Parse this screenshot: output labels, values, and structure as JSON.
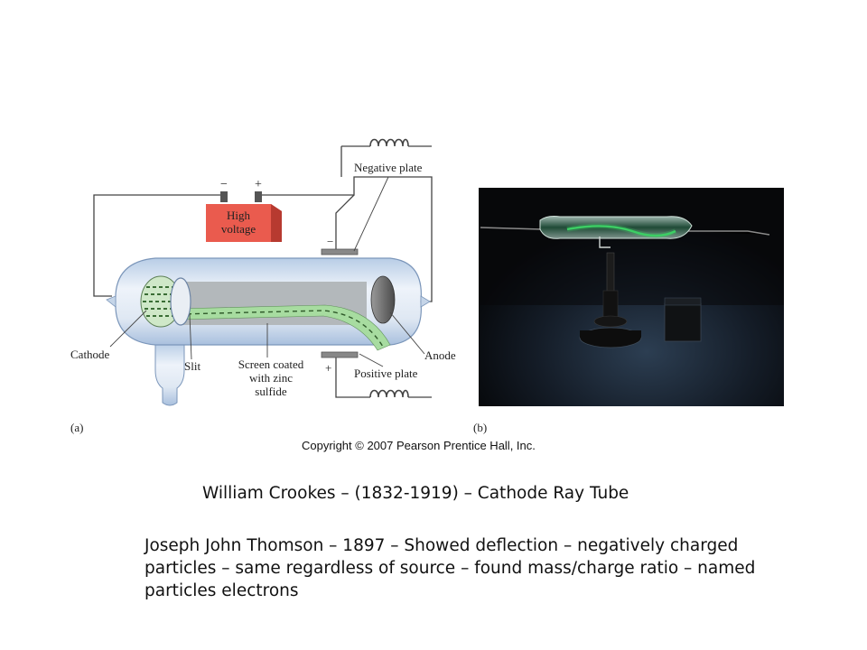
{
  "figure": {
    "labels": {
      "negative_plate": "Negative plate",
      "high_voltage_line1": "High",
      "high_voltage_line2": "voltage",
      "minus_sign": "−",
      "plus_sign": "+",
      "cathode": "Cathode",
      "slit": "Slit",
      "screen_line1": "Screen  coated",
      "screen_line2": "with zinc",
      "screen_line3": "sulfide",
      "anode": "Anode",
      "positive_plate": "Positive plate"
    },
    "caption_a": "(a)",
    "caption_b": "(b)",
    "copyright": "Copyright © 2007 Pearson Prentice Hall, Inc."
  },
  "text": {
    "headline": "William Crookes – (1832-1919)  – Cathode Ray Tube",
    "body": "Joseph John Thomson – 1897 – Showed deflection – negatively charged particles – same regardless of source – found mass/charge ratio – named particles electrons"
  },
  "colors": {
    "battery": "#e8564a",
    "beam": "#a9d9a0",
    "screen": "#b7bcbf",
    "tube_glass": "#d6e3f2",
    "photo_background": "#0e0f12",
    "glow": "#33c25a"
  }
}
